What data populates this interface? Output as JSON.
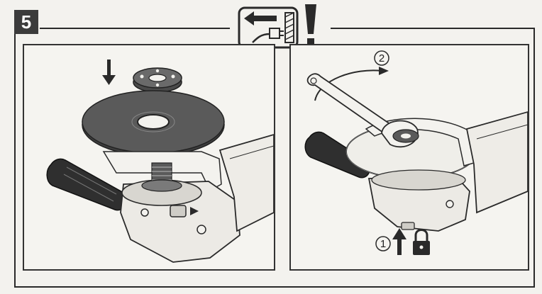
{
  "step": {
    "number": "5"
  },
  "left_panel": {
    "figure": "disc-mounting-illustration"
  },
  "right_panel": {
    "label_tighten": "2",
    "label_lock": "1"
  },
  "icons": {
    "unplug": "unplug-warning-icon",
    "exclamation": "exclamation-icon",
    "lock": "lock-icon",
    "arrow_up": "arrow-up-icon",
    "arrow_down": "arrow-down-icon",
    "rotate": "rotate-arrow-icon"
  },
  "colors": {
    "ink": "#2a2a2a",
    "badge": "#3b3b3b",
    "paper": "#f3f2ee"
  }
}
